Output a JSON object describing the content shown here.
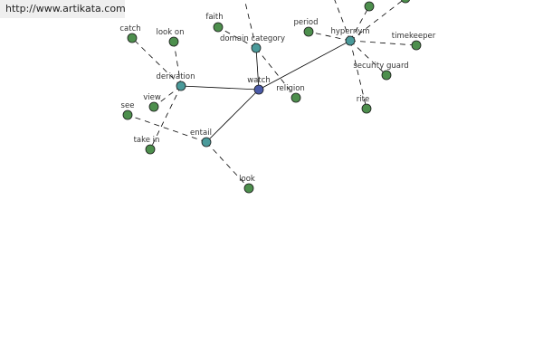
{
  "watermark": {
    "text": "http://www.artikata.com"
  },
  "colors": {
    "center": "#4a5aa8",
    "hub": "#4a9a9a",
    "leaf": "#4d8f4d",
    "edge": "#000000"
  },
  "graph": {
    "nodes": [
      {
        "id": "watch",
        "label": "watch",
        "kind": "center"
      },
      {
        "id": "derivation",
        "label": "derivation",
        "kind": "hub"
      },
      {
        "id": "domain_category",
        "label": "domain category",
        "kind": "hub"
      },
      {
        "id": "hypernym",
        "label": "hypernym",
        "kind": "hub"
      },
      {
        "id": "entail",
        "label": "entail",
        "kind": "hub"
      },
      {
        "id": "catch",
        "label": "catch",
        "kind": "leaf"
      },
      {
        "id": "look_on",
        "label": "look on",
        "kind": "leaf"
      },
      {
        "id": "view",
        "label": "view",
        "kind": "leaf"
      },
      {
        "id": "see",
        "label": "see",
        "kind": "leaf"
      },
      {
        "id": "take_in",
        "label": "take in",
        "kind": "leaf"
      },
      {
        "id": "faith",
        "label": "faith",
        "kind": "leaf"
      },
      {
        "id": "religion",
        "label": "religion",
        "kind": "leaf"
      },
      {
        "id": "period",
        "label": "period",
        "kind": "leaf"
      },
      {
        "id": "timekeeper",
        "label": "timekeeper",
        "kind": "leaf"
      },
      {
        "id": "security_guard",
        "label": "security guard",
        "kind": "leaf"
      },
      {
        "id": "rite",
        "label": "rite",
        "kind": "leaf"
      },
      {
        "id": "look",
        "label": "look",
        "kind": "leaf"
      },
      {
        "id": "unlabeled_top_1",
        "label": "",
        "kind": "leaf"
      },
      {
        "id": "unlabeled_top_2",
        "label": "",
        "kind": "leaf"
      }
    ],
    "edges": [
      {
        "from": "watch",
        "to": "derivation",
        "style": "solid"
      },
      {
        "from": "watch",
        "to": "domain_category",
        "style": "solid"
      },
      {
        "from": "watch",
        "to": "hypernym",
        "style": "solid"
      },
      {
        "from": "watch",
        "to": "entail",
        "style": "solid"
      },
      {
        "from": "derivation",
        "to": "catch",
        "style": "dashed"
      },
      {
        "from": "derivation",
        "to": "look_on",
        "style": "dashed"
      },
      {
        "from": "derivation",
        "to": "view",
        "style": "dashed"
      },
      {
        "from": "derivation",
        "to": "take_in",
        "style": "dashed"
      },
      {
        "from": "entail",
        "to": "see",
        "style": "dashed"
      },
      {
        "from": "entail",
        "to": "look",
        "style": "dashed"
      },
      {
        "from": "domain_category",
        "to": "faith",
        "style": "dashed"
      },
      {
        "from": "domain_category",
        "to": "religion",
        "style": "dashed"
      },
      {
        "from": "domain_category",
        "to": "offscreen_a",
        "style": "dashed"
      },
      {
        "from": "hypernym",
        "to": "period",
        "style": "dashed"
      },
      {
        "from": "hypernym",
        "to": "timekeeper",
        "style": "dashed"
      },
      {
        "from": "hypernym",
        "to": "security_guard",
        "style": "dashed"
      },
      {
        "from": "hypernym",
        "to": "rite",
        "style": "dashed"
      },
      {
        "from": "hypernym",
        "to": "unlabeled_top_1",
        "style": "dashed"
      },
      {
        "from": "hypernym",
        "to": "unlabeled_top_2",
        "style": "dashed"
      },
      {
        "from": "hypernym",
        "to": "offscreen_b",
        "style": "dashed"
      }
    ]
  }
}
